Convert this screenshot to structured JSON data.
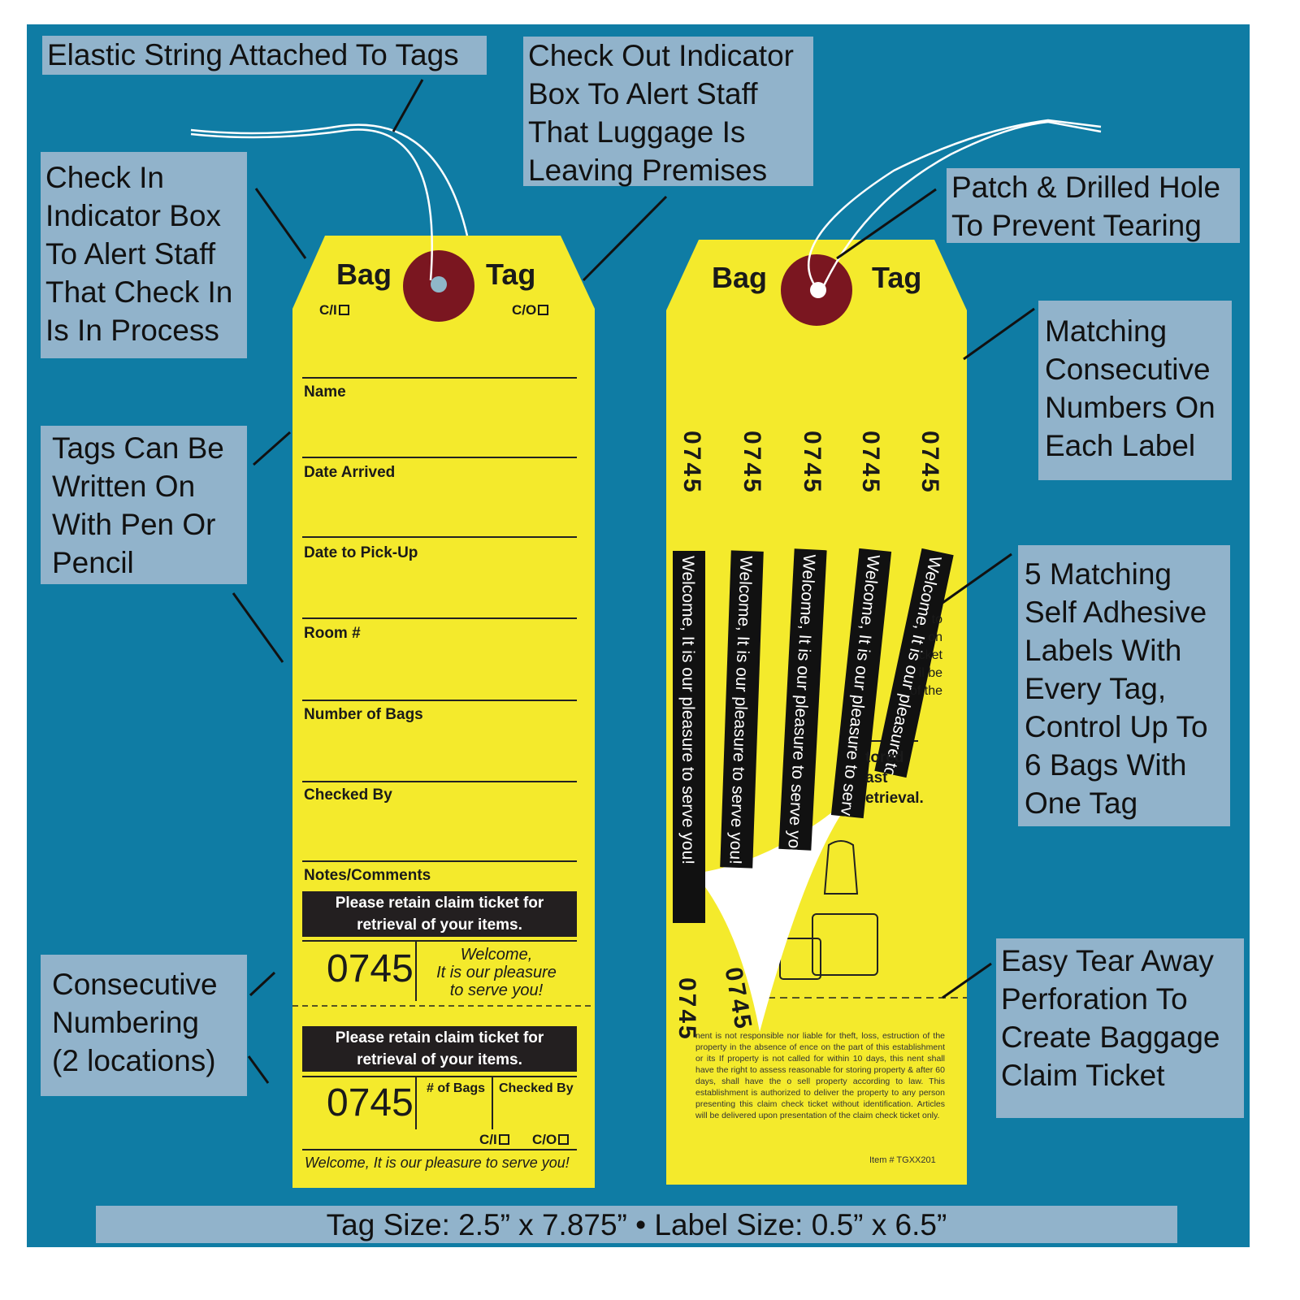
{
  "callouts": {
    "elastic": "Elastic String Attached To Tags",
    "checkout": "Check Out Indicator\nBox To Alert Staff\nThat Luggage Is\nLeaving Premises",
    "checkin": "Check In\nIndicator Box\nTo Alert Staff\nThat Check In\nIs In Process",
    "patch": "Patch & Drilled Hole\nTo Prevent Tearing",
    "written": "Tags Can Be\nWritten On\nWith Pen Or\nPencil",
    "matching": "Matching\nConsecutive\nNumbers On\nEach Label",
    "labels": "5 Matching\nSelf Adhesive\nLabels With\nEvery Tag,\nControl Up To\n6 Bags With\nOne Tag",
    "numbering": "Consecutive\nNumbering\n(2 locations)",
    "tear": "Easy Tear Away\nPerforation To\nCreate Baggage\nClaim Ticket",
    "size": "Tag Size: 2.5” x 7.875” • Label Size: 0.5” x 6.5”"
  },
  "left_tag": {
    "bag": "Bag",
    "tag": "Tag",
    "ci": "C/I",
    "co": "C/O",
    "fields": [
      "Name",
      "Date Arrived",
      "Date to Pick-Up",
      "Room #",
      "Number of Bags",
      "Checked By",
      "Notes/Comments"
    ],
    "retain_line1": "Please retain claim ticket for",
    "retain_line2": "retrieval of your items.",
    "number": "0745",
    "welcome1": "Welcome,",
    "welcome2": "It is our pleasure",
    "welcome3": "to serve you!",
    "bags_label": "# of Bags",
    "checked_label": "Checked By",
    "footer": "Welcome, It is our pleasure to serve you!"
  },
  "right_tag": {
    "bag": "Bag",
    "tag": "Tag",
    "number": "0745",
    "label_text": "Welcome, It is our pleasure to serve you!",
    "partial": [
      "to",
      "on",
      "cket",
      "il be",
      "of  the"
    ],
    "partial2": [
      "tored",
      "ast",
      "etrieval."
    ],
    "fine_print": "nent is not responsible nor liable for theft, loss, estruction of the property in the absence of ence on the part of this establishment or its If property is not called for within 10 days, this nent shall have the right to assess reasonable for storing property & after 60 days, shall have the o sell property according to law. This establishment is authorized to deliver the property to any person presenting this claim check ticket without identification. Articles will be delivered upon presentation of the claim check ticket only.",
    "item": "Item # TGXX201"
  },
  "colors": {
    "background": "#0f7ca4",
    "callout": "#91b3cb",
    "tag": "#f4ea2c",
    "grommet": "#7a1620"
  }
}
